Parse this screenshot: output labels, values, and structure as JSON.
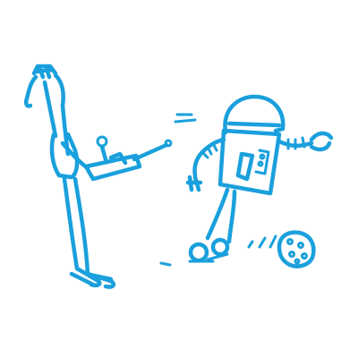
{
  "colors": {
    "ink": "#1aa0dc",
    "background": "#ffffff"
  },
  "scene": {
    "figures": [
      {
        "name": "person-with-remote-control",
        "icon": "person-figure"
      },
      {
        "name": "robot-kicking-ball",
        "icon": "robot-figure"
      },
      {
        "name": "ball",
        "icon": "ball-icon"
      }
    ]
  }
}
